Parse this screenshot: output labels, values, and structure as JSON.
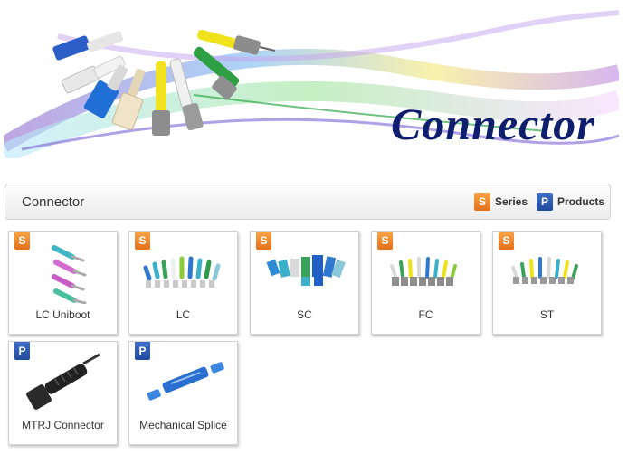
{
  "banner": {
    "title": "Connector"
  },
  "section": {
    "title": "Connector",
    "legend": [
      {
        "badge": "S",
        "label": "Series"
      },
      {
        "badge": "P",
        "label": "Products"
      }
    ]
  },
  "products": [
    {
      "badge": "S",
      "label": "LC Uniboot"
    },
    {
      "badge": "S",
      "label": "LC"
    },
    {
      "badge": "S",
      "label": "SC"
    },
    {
      "badge": "S",
      "label": "FC"
    },
    {
      "badge": "S",
      "label": "ST"
    },
    {
      "badge": "P",
      "label": "MTRJ Connector"
    },
    {
      "badge": "P",
      "label": "Mechanical Splice"
    }
  ],
  "colors": {
    "series_badge": "#e8801f",
    "products_badge": "#2a56ad",
    "banner_title": "#0f1f6e"
  }
}
